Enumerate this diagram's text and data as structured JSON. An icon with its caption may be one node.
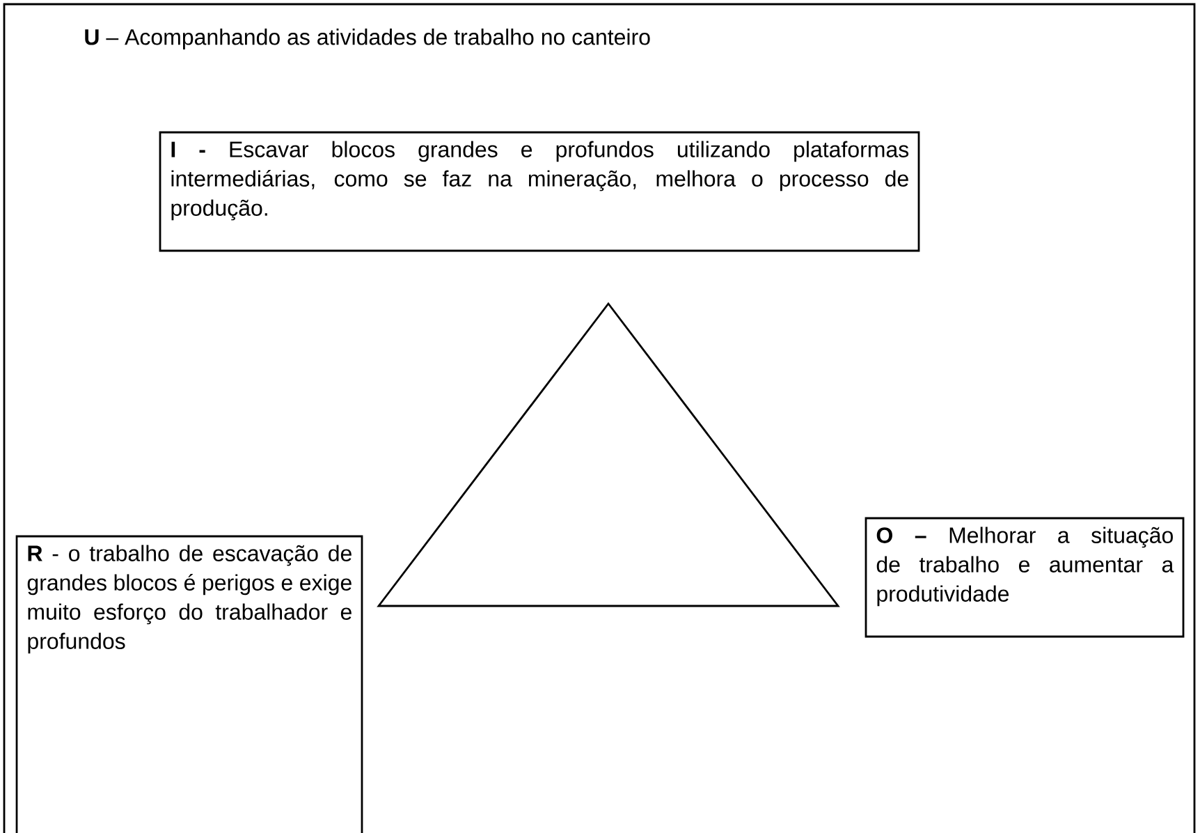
{
  "diagram": {
    "nodes": [
      {
        "text": [
          "**U** – Acompanhando as atividades de trabalho no canteiro"
        ]
      },
      {
        "text": [
          "**I -** Escavar blocos grandes e profundos utilizando plataformas intermediárias, como se faz na mineração, melhora o processo de produção."
        ],
        "in": 0
      },
      {
        "text": [],
        "shape": "triangle",
        "in": 0
      },
      {
        "text": [
          "**R** - o trabalho de escavação de grandes blocos é perigos e exige muito esforço do trabalhador e profundos"
        ],
        "in": 0
      },
      {
        "text": [
          "**O –** Melhorar a situação de trabalho e aumentar a produtividade"
        ],
        "in": 0
      }
    ],
    "edges": []
  }
}
